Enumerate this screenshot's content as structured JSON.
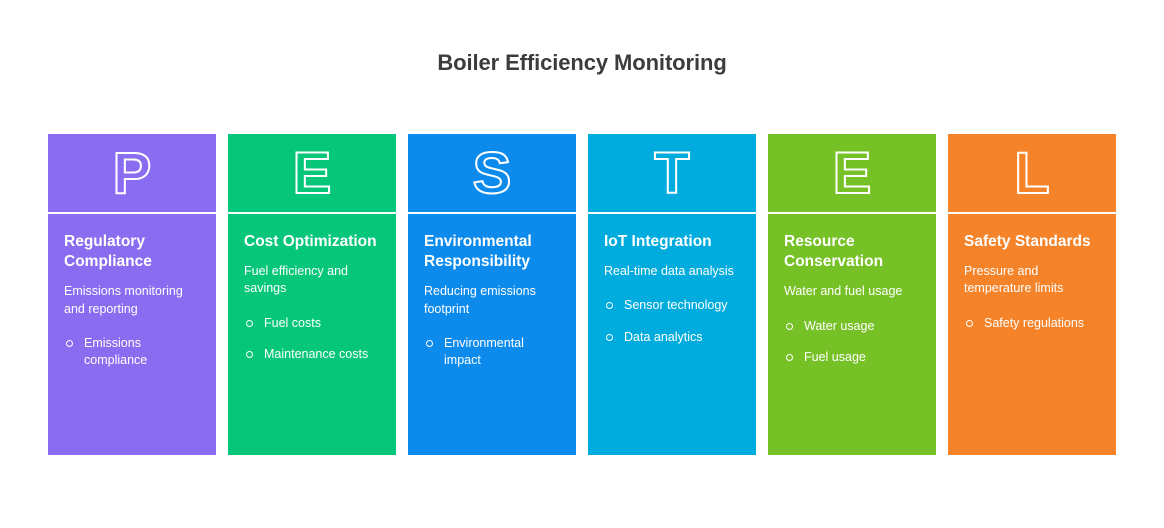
{
  "title": "Boiler Efficiency Monitoring",
  "background_color": "#ffffff",
  "title_color": "#3c3c3c",
  "cards": [
    {
      "letter": "P",
      "color": "#8a6cf0",
      "title": "Regulatory Compliance",
      "description": "Emissions monitoring and reporting",
      "bullets": [
        "Emissions compliance"
      ]
    },
    {
      "letter": "E",
      "color": "#06c67a",
      "title": "Cost Optimization",
      "description": "Fuel efficiency and savings",
      "bullets": [
        "Fuel costs",
        "Maintenance costs"
      ]
    },
    {
      "letter": "S",
      "color": "#0d8bec",
      "title": "Environmental Responsibility",
      "description": "Reducing emissions footprint",
      "bullets": [
        "Environmental impact"
      ]
    },
    {
      "letter": "T",
      "color": "#00acdd",
      "title": "IoT Integration",
      "description": "Real-time data analysis",
      "bullets": [
        "Sensor technology",
        "Data analytics"
      ]
    },
    {
      "letter": "E",
      "color": "#76c126",
      "title": "Resource Conservation",
      "description": "Water and fuel usage",
      "bullets": [
        "Water usage",
        "Fuel usage"
      ]
    },
    {
      "letter": "L",
      "color": "#f5832a",
      "title": "Safety Standards",
      "description": "Pressure and temperature limits",
      "bullets": [
        "Safety regulations"
      ]
    }
  ]
}
